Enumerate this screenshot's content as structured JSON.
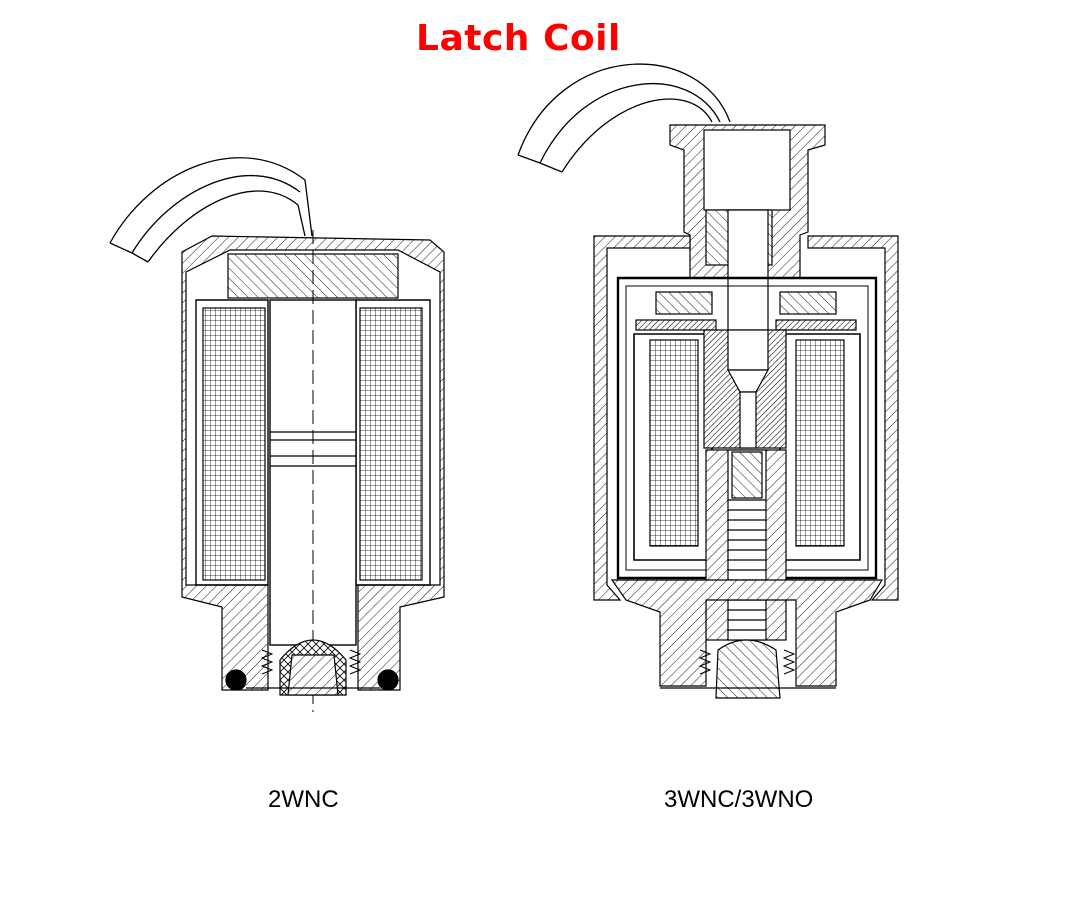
{
  "title": "Latch Coil",
  "figures": [
    {
      "id": "2wnc",
      "caption": "2WNC"
    },
    {
      "id": "3wnc",
      "caption": "3WNC/3WNO"
    }
  ],
  "colors": {
    "title": "#ff0000",
    "line": "#000000",
    "background": "#ffffff"
  }
}
